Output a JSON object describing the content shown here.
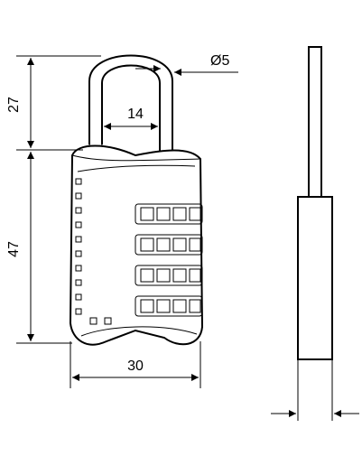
{
  "dimensions": {
    "shackle_height": "27",
    "shackle_gap": "14",
    "shackle_diameter": "Ø5",
    "body_height": "47",
    "body_width": "30"
  }
}
